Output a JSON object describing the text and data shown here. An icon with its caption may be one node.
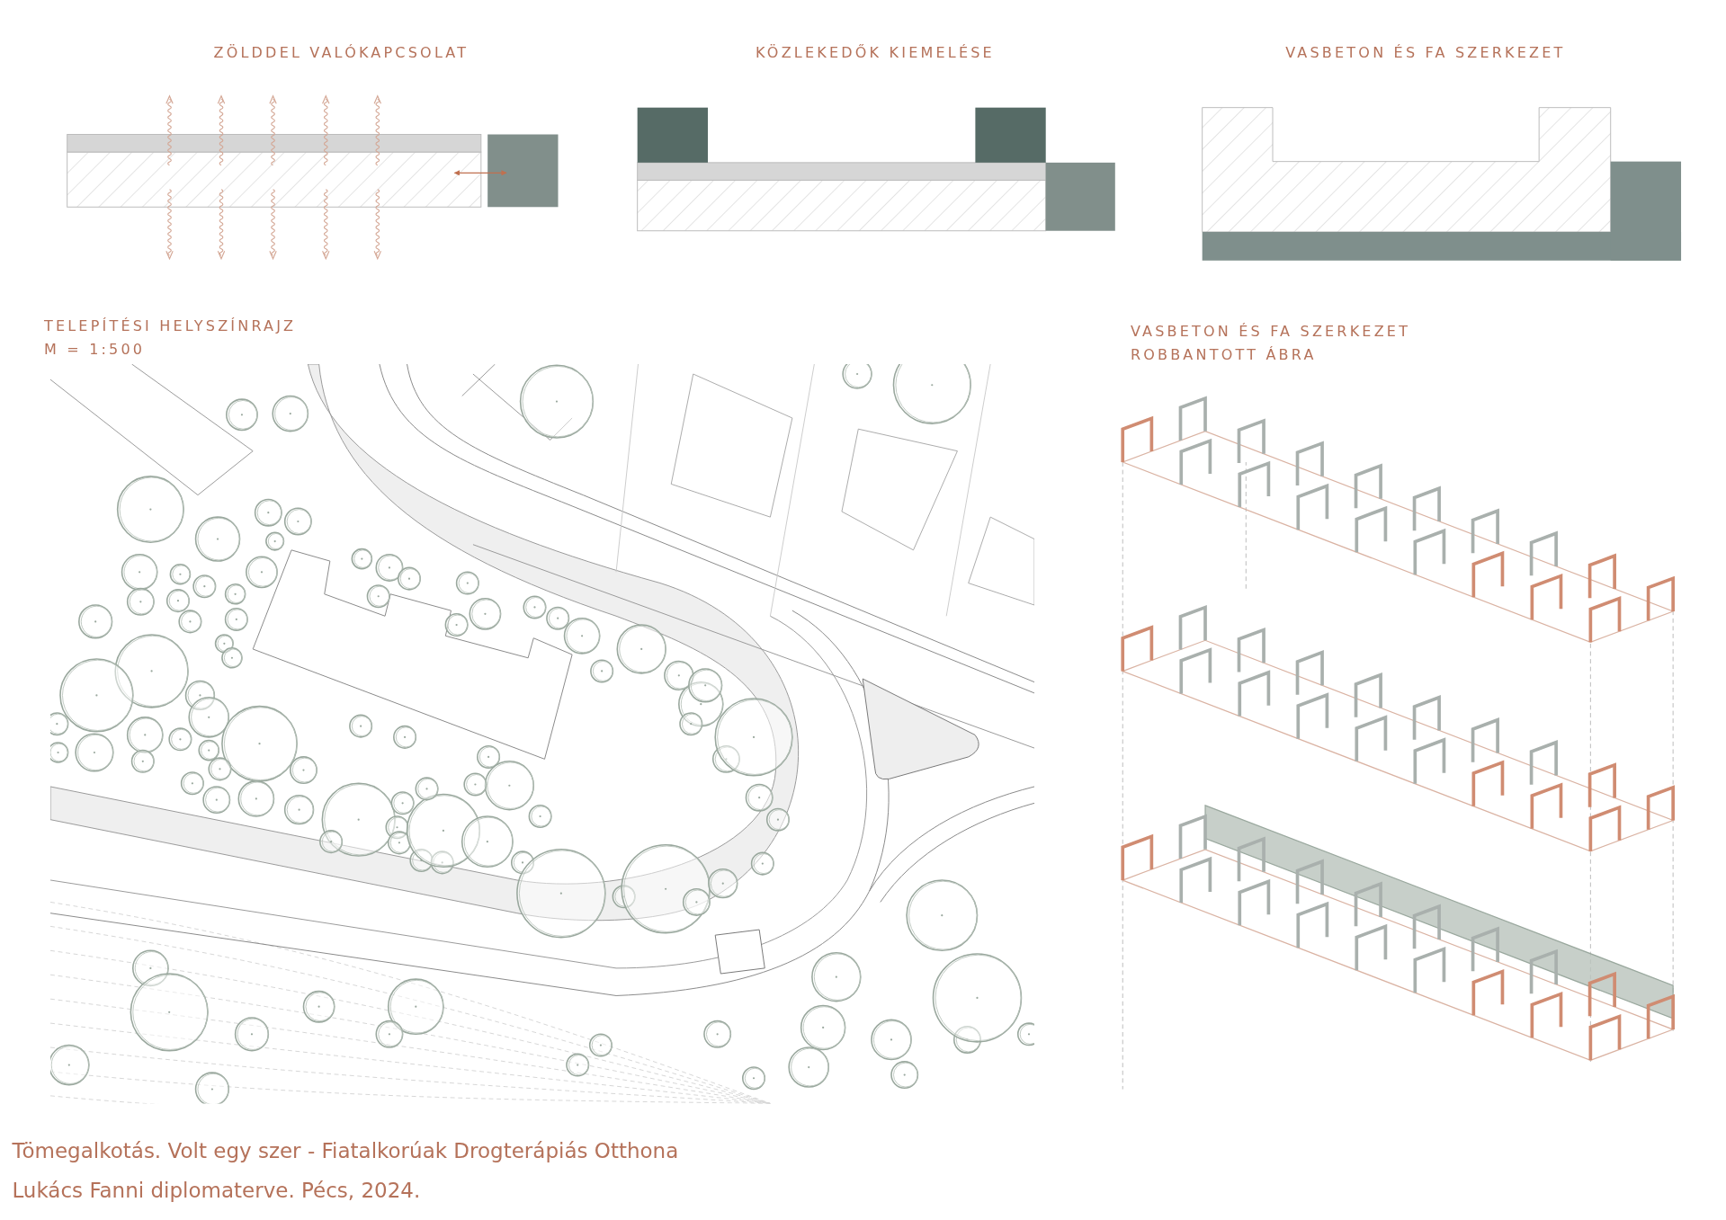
{
  "diagram": {
    "labels": [
      "ZÖLDDEL VALÓKAPCSOLAT",
      "KÖZLEKEDŐK KIEMELÉSE",
      "VASBETON ÉS FA SZERKEZET",
      "TELEPÍTÉSI HELYSZÍNRAJZ",
      "M = 1:500",
      "VASBETON ÉS FA SZERKEZET",
      "ROBBANTOTT ÁBRA",
      "Tömegalkotás. Volt egy szer - Fiatalkorúak Drogterápiás Otthona",
      "Lukács Fanni diplomaterve. Pécs, 2024."
    ]
  }
}
